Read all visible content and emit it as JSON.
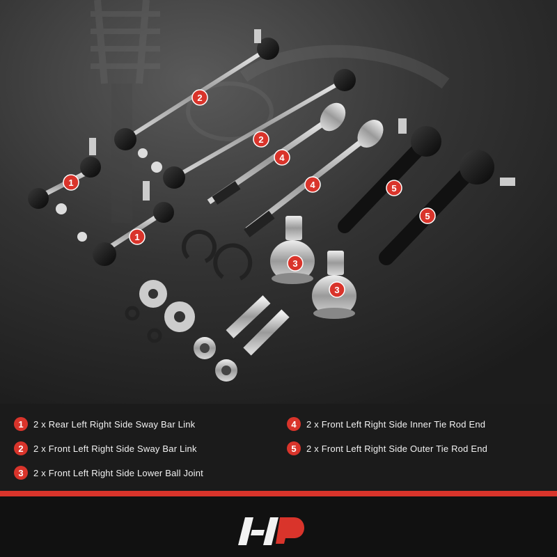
{
  "colors": {
    "accent": "#d9342b",
    "text": "#f2f2f2"
  },
  "callouts": [
    {
      "n": "1"
    },
    {
      "n": "1"
    },
    {
      "n": "2"
    },
    {
      "n": "2"
    },
    {
      "n": "3"
    },
    {
      "n": "3"
    },
    {
      "n": "4"
    },
    {
      "n": "4"
    },
    {
      "n": "5"
    },
    {
      "n": "5"
    }
  ],
  "legend": {
    "items": [
      {
        "n": "1",
        "text": "2 x Rear Left Right Side Sway Bar Link"
      },
      {
        "n": "2",
        "text": "2 x Front Left Right Side Sway Bar Link"
      },
      {
        "n": "3",
        "text": "2 x Front Left Right Side Lower Ball Joint"
      },
      {
        "n": "4",
        "text": "2 x Front Left Right Side Inner Tie Rod End"
      },
      {
        "n": "5",
        "text": "2 x Front Left Right Side Outer Tie Rod End"
      }
    ]
  },
  "logo": {
    "icon": "brand-logo"
  }
}
